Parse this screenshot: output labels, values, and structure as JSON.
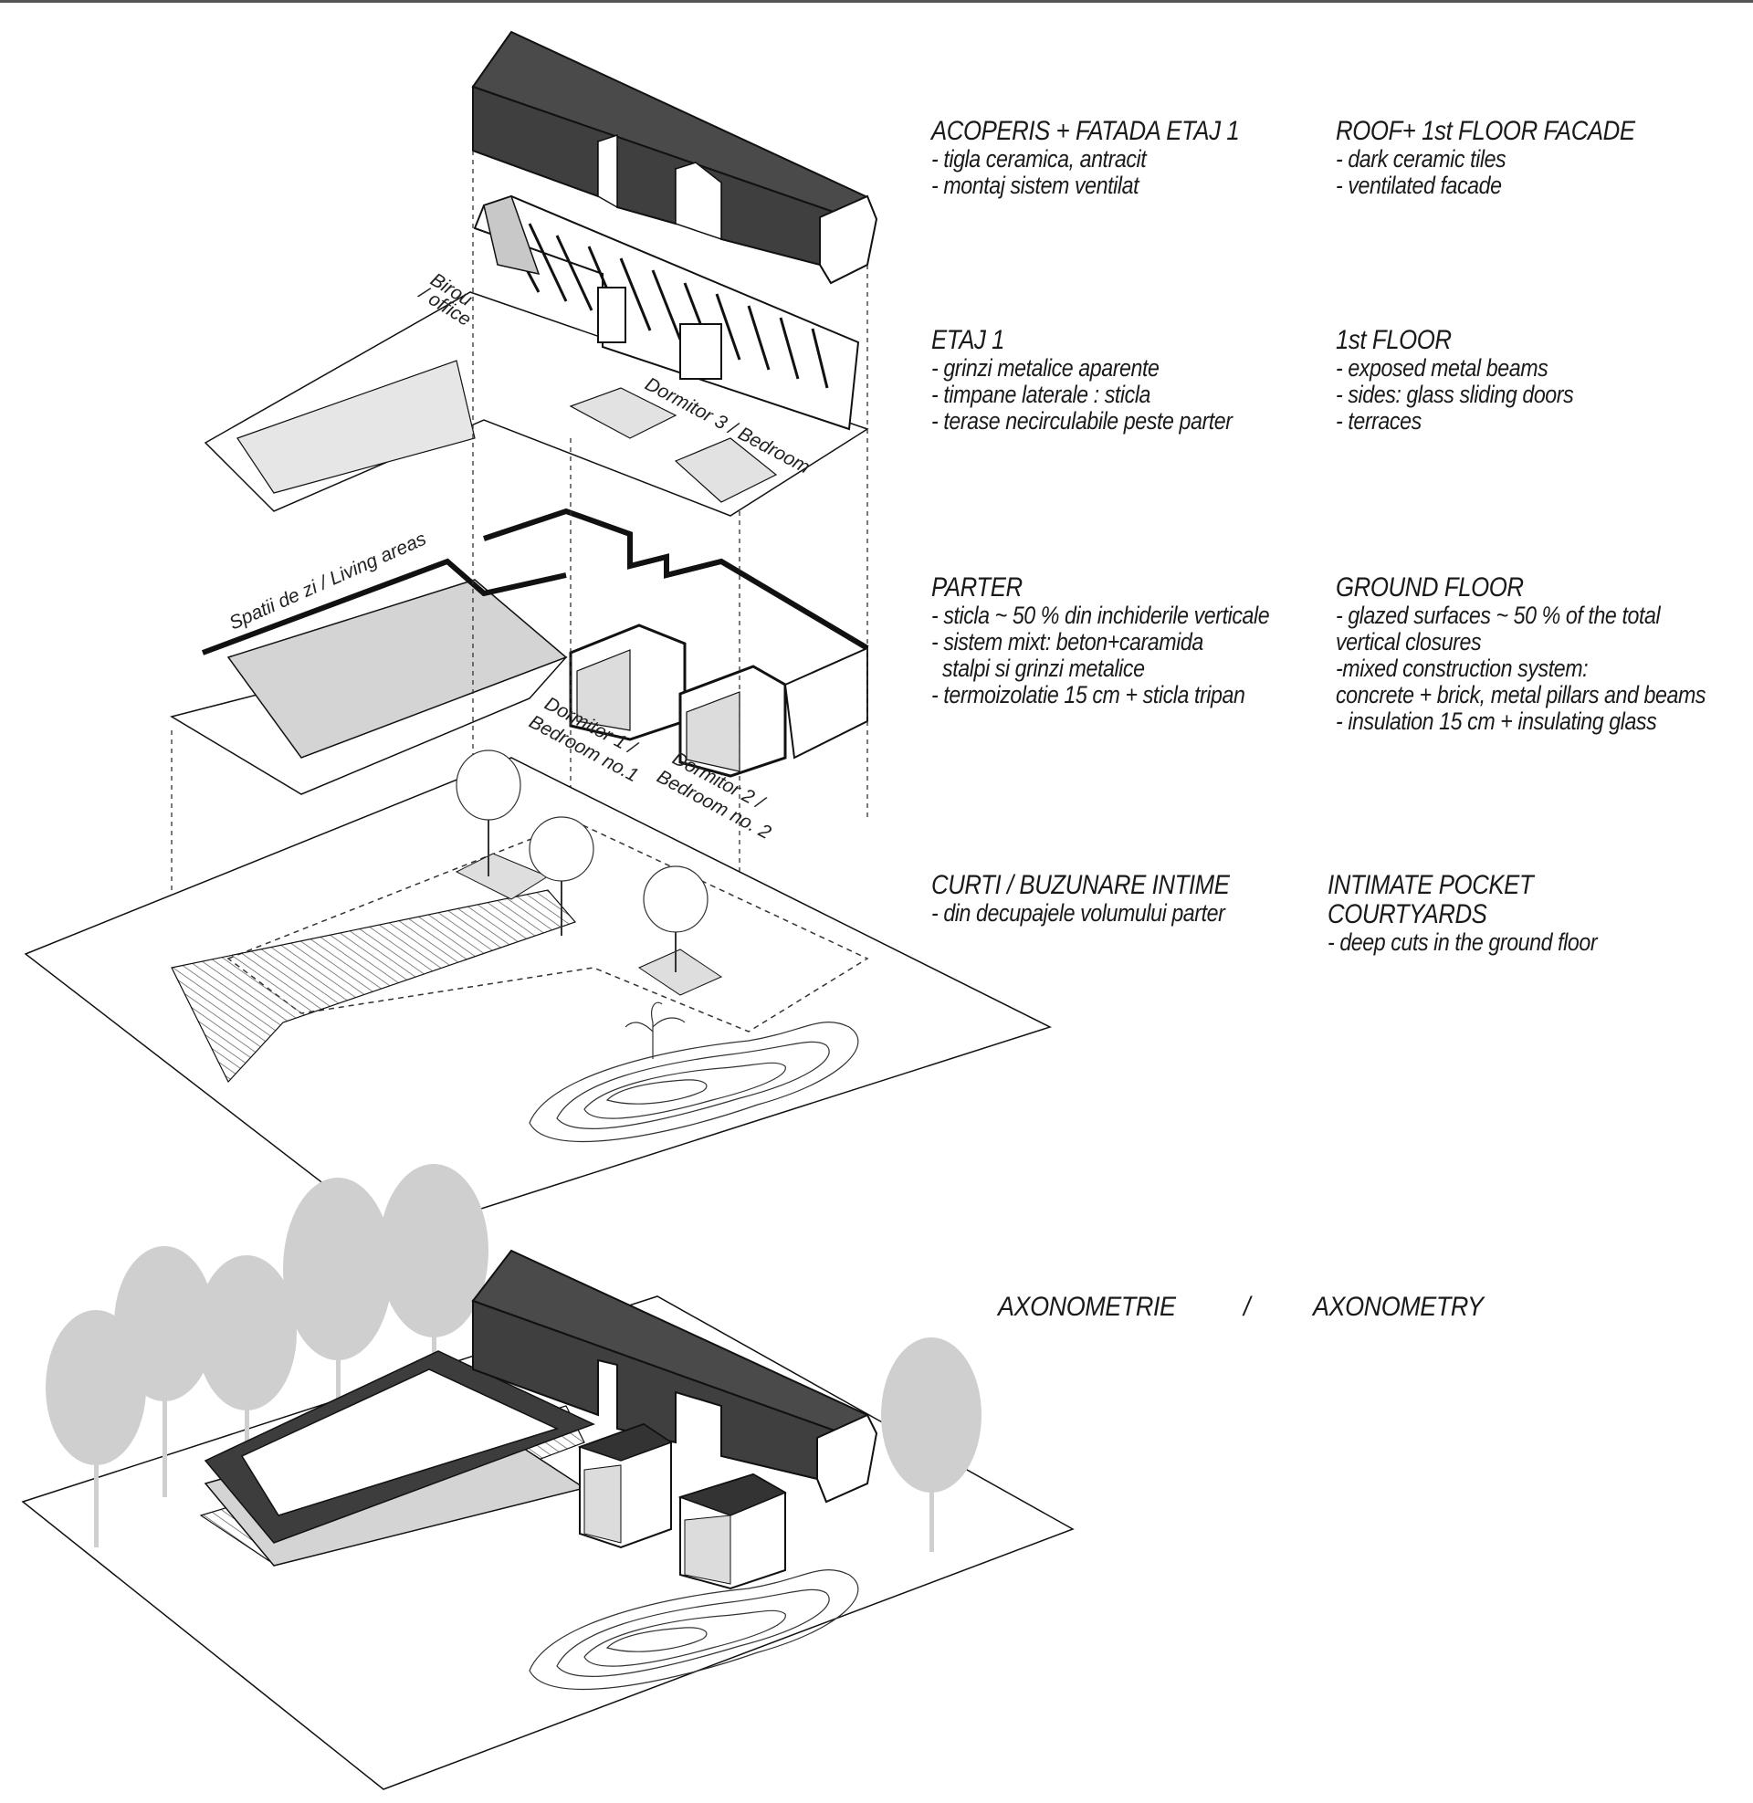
{
  "legend": {
    "roof_ro": {
      "title": "ACOPERIS + FATADA ETAJ 1",
      "lines": [
        "- tigla ceramica, antracit",
        "- montaj sistem ventilat"
      ]
    },
    "roof_en": {
      "title": "ROOF+ 1st FLOOR FACADE",
      "lines": [
        "- dark ceramic tiles",
        "- ventilated facade"
      ]
    },
    "floor1_ro": {
      "title": "ETAJ 1",
      "lines": [
        "- grinzi metalice aparente",
        "- timpane laterale : sticla",
        "- terase necirculabile peste parter"
      ]
    },
    "floor1_en": {
      "title": "1st FLOOR",
      "lines": [
        "- exposed metal beams",
        "- sides: glass sliding doors",
        "- terraces"
      ]
    },
    "ground_ro": {
      "title": "PARTER",
      "lines": [
        "- sticla ~ 50 % din inchiderile verticale",
        "- sistem mixt: beton+caramida",
        "  stalpi si grinzi metalice",
        "- termoizolatie 15 cm + sticla tripan"
      ]
    },
    "ground_en": {
      "title": "GROUND FLOOR",
      "lines": [
        "- glazed surfaces ~ 50 % of the total",
        "vertical closures",
        "-mixed construction system:",
        "concrete + brick, metal pillars and beams",
        "- insulation 15 cm + insulating glass"
      ]
    },
    "court_ro": {
      "title": "CURTI / BUZUNARE INTIME",
      "lines": [
        "- din decupajele volumului parter"
      ]
    },
    "court_en": {
      "title": "INTIMATE POCKET COURTYARDS",
      "lines": [
        "- deep cuts in the ground floor"
      ]
    }
  },
  "caption": {
    "ro": "AXONOMETRIE",
    "sep": "/",
    "en": "AXONOMETRY"
  },
  "drawing_labels": {
    "office": "Birou",
    "office2": "/ office",
    "bedroom3": "Dormitor 3 / Bedroom",
    "living": "Spatii de zi / Living areas",
    "bedroom1a": "Dormitor 1 /",
    "bedroom1b": "Bedroom no.1",
    "bedroom2a": "Dormitor 2 /",
    "bedroom2b": "Bedroom no. 2"
  },
  "colors": {
    "roof": "#4a4a4a",
    "roof_side": "#3a3a3a",
    "glass": "#c8c8c8",
    "slab": "#e2e2e2",
    "tree": "#cfcfcf",
    "line": "#111111"
  }
}
